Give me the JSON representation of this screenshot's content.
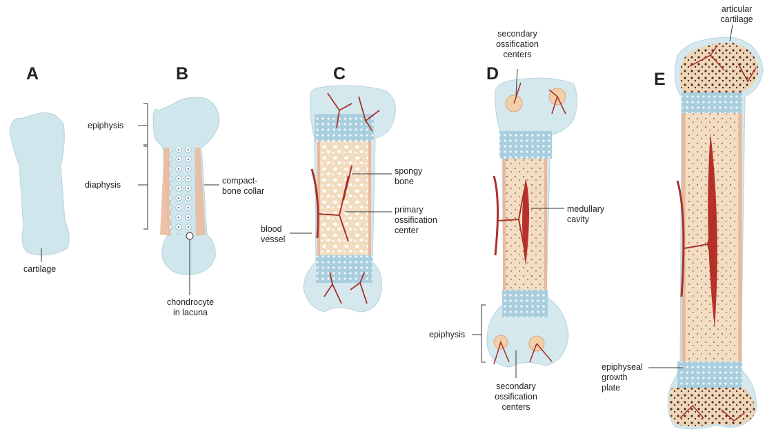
{
  "figure": {
    "stages": [
      {
        "letter": "A",
        "labels": {
          "cartilage": "cartilage"
        }
      },
      {
        "letter": "B",
        "labels": {
          "epiphysis": "epiphysis",
          "diaphysis": "diaphysis",
          "compact_bone_collar": [
            "compact-",
            "bone collar"
          ],
          "chondrocyte": [
            "chondrocyte",
            "in lacuna"
          ]
        }
      },
      {
        "letter": "C",
        "labels": {
          "spongy_bone": [
            "spongy",
            "bone"
          ],
          "primary_ossification_center": [
            "primary",
            "ossification",
            "center"
          ],
          "blood_vessel": [
            "blood",
            "vessel"
          ]
        }
      },
      {
        "letter": "D",
        "labels": {
          "secondary_ossification_centers_top": [
            "secondary",
            "ossification",
            "centers"
          ],
          "medullary_cavity": [
            "medullary",
            "cavity"
          ],
          "epiphysis": "epiphysis",
          "secondary_ossification_centers_bottom": [
            "secondary",
            "ossification",
            "centers"
          ]
        }
      },
      {
        "letter": "E",
        "labels": {
          "articular_cartilage": [
            "articular",
            "cartilage"
          ],
          "epiphyseal_growth_plate": [
            "epiphyseal",
            "growth",
            "plate"
          ]
        }
      }
    ]
  },
  "colors": {
    "cartilage": "#cfe6ec",
    "bone": "#f3ddc2",
    "collar": "#eab79a",
    "vessel": "#a8312a",
    "marrow": "#b7312a",
    "growth_plate": "#a9cedd",
    "line": "#333333"
  }
}
